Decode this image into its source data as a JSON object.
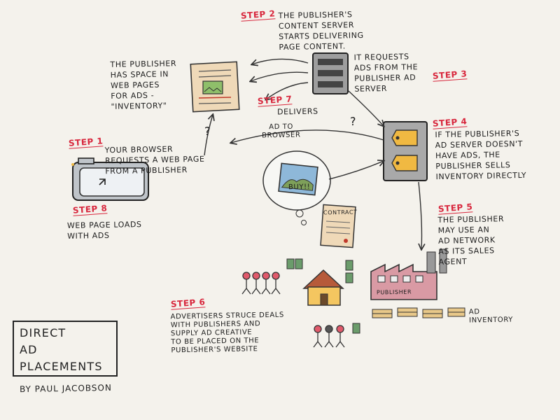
{
  "title": {
    "line1": "DIRECT",
    "line2": "AD",
    "line3": "PLACEMENTS"
  },
  "byline": "BY PAUL JACOBSON",
  "steps": {
    "step1": {
      "label": "STEP 1",
      "text": "YOUR BROWSER\nREQUESTS A WEB PAGE\nFROM A PUBLISHER"
    },
    "step2": {
      "label": "STEP 2",
      "text": "THE PUBLISHER'S\nCONTENT SERVER\nSTARTS DELIVERING\nPAGE CONTENT."
    },
    "step3": {
      "label": "STEP 3",
      "text": "IT REQUESTS\nADS FROM THE\nPUBLISHER AD\nSERVER"
    },
    "step4": {
      "label": "STEP 4",
      "text": "IF THE PUBLISHER'S\nAD SERVER DOESN'T\nHAVE ADS, THE\nPUBLISHER SELLS\nINVENTORY DIRECTLY"
    },
    "step5": {
      "label": "STEP 5",
      "text": "THE PUBLISHER\nMAY USE AN\nAD NETWORK\nAS ITS SALES\nAGENT"
    },
    "step6": {
      "label": "STEP 6",
      "text": "ADVERTISERS STRUCE DEALS\nWITH PUBLISHERS AND\nSUPPLY AD CREATIVE\nTO BE PLACED ON THE\nPUBLISHER'S WEBSITE"
    },
    "step7": {
      "label": "STEP 7",
      "text": "DELIVERS"
    },
    "step8": {
      "label": "STEP 8",
      "text": "WEB PAGE LOADS\nWITH ADS"
    }
  },
  "notes": {
    "inventory": "THE PUBLISHER\nHAS SPACE IN\nWEB PAGES\nFOR ADS -\n\"INVENTORY\"",
    "ad_to_browser": "AD TO\nBROWSER",
    "contract": "CONTRACT",
    "buy": "BUY!!",
    "publisher_sign": "PUBLISHER",
    "ad_inventory": "AD\nINVENTORY",
    "question_mark": "?"
  },
  "colors": {
    "step_red": "#d8273d",
    "paper": "#f4f2ec",
    "tan": "#efd9b8",
    "gold": "#f0b942",
    "server_gray": "#9e9e9e",
    "factory": "#d99aa4",
    "house": "#f4c660",
    "sky": "#8eb8d9",
    "green": "#7ea05a"
  },
  "icons": [
    "browser-icon",
    "web-page-icon",
    "content-server-icon",
    "ad-server-icon",
    "billboard-icon",
    "contract-icon",
    "factory-icon",
    "house-icon",
    "advertiser-people-icon",
    "money-icon",
    "arrow-icon"
  ]
}
